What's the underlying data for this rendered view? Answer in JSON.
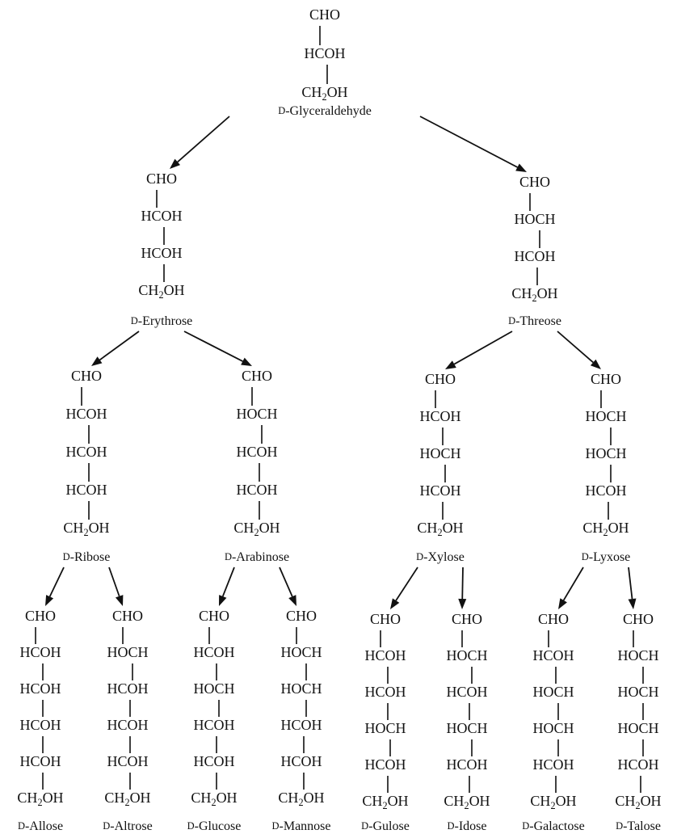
{
  "sugars": [
    {
      "name": "D-Glyceraldehyde",
      "groups": [
        "CHO",
        "HCOH",
        "CH2OH"
      ]
    },
    {
      "name": "D-Erythrose",
      "groups": [
        "CHO",
        "HCOH",
        "HCOH",
        "CH2OH"
      ]
    },
    {
      "name": "D-Threose",
      "groups": [
        "CHO",
        "HOCH",
        "HCOH",
        "CH2OH"
      ]
    },
    {
      "name": "D-Ribose",
      "groups": [
        "CHO",
        "HCOH",
        "HCOH",
        "HCOH",
        "CH2OH"
      ]
    },
    {
      "name": "D-Arabinose",
      "groups": [
        "CHO",
        "HOCH",
        "HCOH",
        "HCOH",
        "CH2OH"
      ]
    },
    {
      "name": "D-Xylose",
      "groups": [
        "CHO",
        "HCOH",
        "HOCH",
        "HCOH",
        "CH2OH"
      ]
    },
    {
      "name": "D-Lyxose",
      "groups": [
        "CHO",
        "HOCH",
        "HOCH",
        "HCOH",
        "CH2OH"
      ]
    },
    {
      "name": "D-Allose",
      "groups": [
        "CHO",
        "HCOH",
        "HCOH",
        "HCOH",
        "HCOH",
        "CH2OH"
      ]
    },
    {
      "name": "D-Altrose",
      "groups": [
        "CHO",
        "HOCH",
        "HCOH",
        "HCOH",
        "HCOH",
        "CH2OH"
      ]
    },
    {
      "name": "D-Glucose",
      "groups": [
        "CHO",
        "HCOH",
        "HOCH",
        "HCOH",
        "HCOH",
        "CH2OH"
      ]
    },
    {
      "name": "D-Mannose",
      "groups": [
        "CHO",
        "HOCH",
        "HOCH",
        "HCOH",
        "HCOH",
        "CH2OH"
      ]
    },
    {
      "name": "D-Gulose",
      "groups": [
        "CHO",
        "HCOH",
        "HCOH",
        "HOCH",
        "HCOH",
        "CH2OH"
      ]
    },
    {
      "name": "D-Idose",
      "groups": [
        "CHO",
        "HOCH",
        "HCOH",
        "HOCH",
        "HCOH",
        "CH2OH"
      ]
    },
    {
      "name": "D-Galactose",
      "groups": [
        "CHO",
        "HCOH",
        "HOCH",
        "HOCH",
        "HCOH",
        "CH2OH"
      ]
    },
    {
      "name": "D-Talose",
      "groups": [
        "CHO",
        "HOCH",
        "HOCH",
        "HOCH",
        "HCOH",
        "CH2OH"
      ]
    }
  ],
  "arrows": [
    {
      "from": "D-Glyceraldehyde",
      "to": "D-Erythrose"
    },
    {
      "from": "D-Glyceraldehyde",
      "to": "D-Threose"
    },
    {
      "from": "D-Erythrose",
      "to": "D-Ribose"
    },
    {
      "from": "D-Erythrose",
      "to": "D-Arabinose"
    },
    {
      "from": "D-Threose",
      "to": "D-Xylose"
    },
    {
      "from": "D-Threose",
      "to": "D-Lyxose"
    },
    {
      "from": "D-Ribose",
      "to": "D-Allose"
    },
    {
      "from": "D-Ribose",
      "to": "D-Altrose"
    },
    {
      "from": "D-Arabinose",
      "to": "D-Glucose"
    },
    {
      "from": "D-Arabinose",
      "to": "D-Mannose"
    },
    {
      "from": "D-Xylose",
      "to": "D-Gulose"
    },
    {
      "from": "D-Xylose",
      "to": "D-Idose"
    },
    {
      "from": "D-Lyxose",
      "to": "D-Galactose"
    },
    {
      "from": "D-Lyxose",
      "to": "D-Talose"
    }
  ]
}
